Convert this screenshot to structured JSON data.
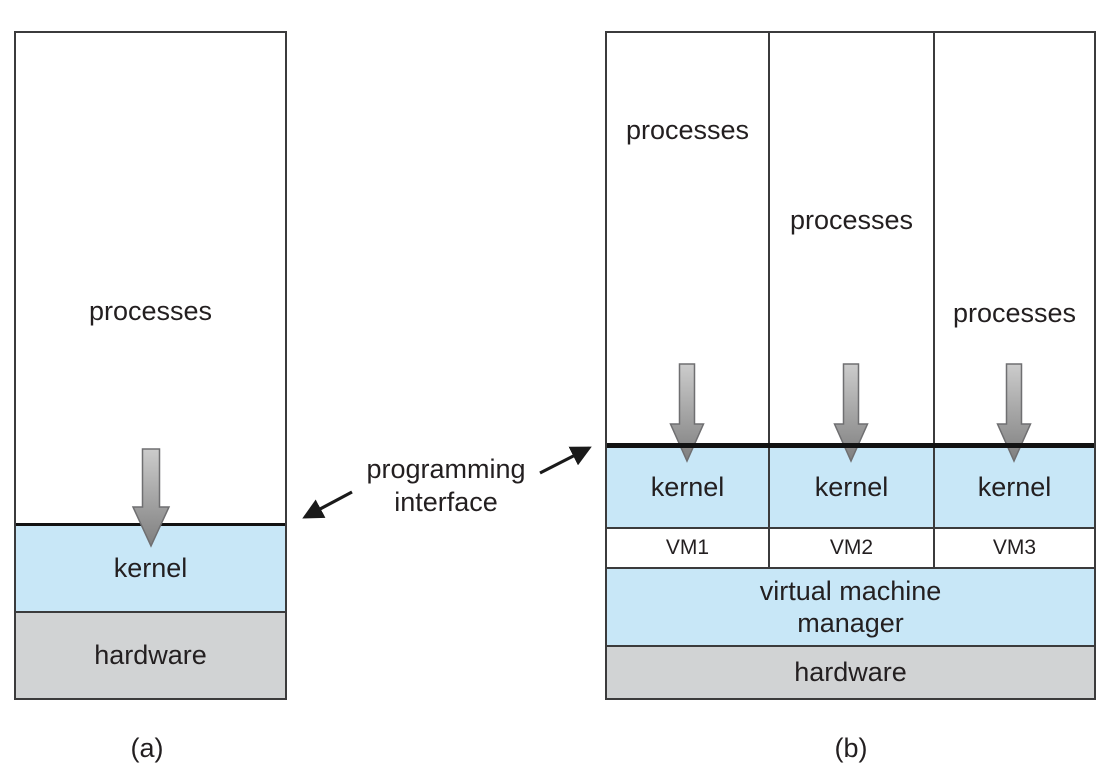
{
  "figure": {
    "caption_a": "(a)",
    "caption_b": "(b)",
    "interface_label": {
      "line1": "programming",
      "line2": "interface"
    },
    "diagram_a": {
      "processes_label": "processes",
      "kernel_label": "kernel",
      "hardware_label": "hardware"
    },
    "diagram_b": {
      "columns": [
        {
          "processes_label": "processes",
          "kernel_label": "kernel",
          "vm_label": "VM1"
        },
        {
          "processes_label": "processes",
          "kernel_label": "kernel",
          "vm_label": "VM2"
        },
        {
          "processes_label": "processes",
          "kernel_label": "kernel",
          "vm_label": "VM3"
        }
      ],
      "vmm": {
        "line1": "virtual machine",
        "line2": "manager"
      },
      "hardware_label": "hardware"
    },
    "colors": {
      "kernel_blue": "#c8e7f7",
      "hardware_gray": "#d1d3d4",
      "box_border": "#3b3b3c",
      "interface_line_black": "#121212",
      "arrow_gradient_top": "#cccccc",
      "arrow_gradient_bottom": "#7f7f7f",
      "arrow_outline": "#6f6f71",
      "text": "#231f20"
    }
  }
}
